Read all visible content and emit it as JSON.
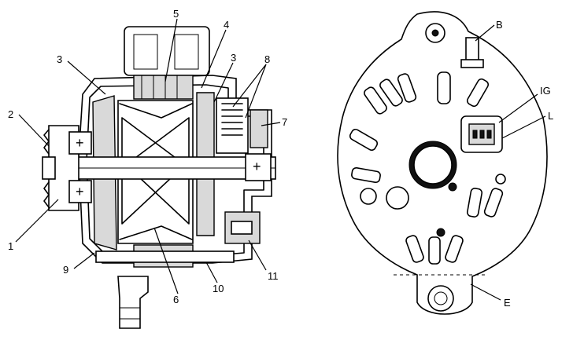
{
  "diagram": {
    "left_view": {
      "labels": {
        "l1": "1",
        "l2": "2",
        "l3a": "3",
        "l3b": "3",
        "l4": "4",
        "l5": "5",
        "l6": "6",
        "l7": "7",
        "l8": "8",
        "l9": "9",
        "l10": "10",
        "l11": "11"
      }
    },
    "right_view": {
      "labels": {
        "b": "B",
        "ig": "IG",
        "l": "L",
        "e": "E"
      }
    }
  }
}
